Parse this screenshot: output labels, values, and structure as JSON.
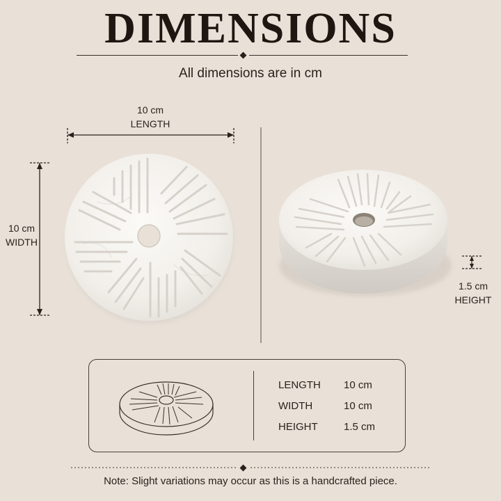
{
  "title": "DIMENSIONS",
  "subtitle": "All dimensions are in cm",
  "length_label": {
    "value": "10 cm",
    "name": "LENGTH"
  },
  "width_label": {
    "value": "10 cm",
    "name": "WIDTH"
  },
  "height_label": {
    "value": "1.5 cm",
    "name": "HEIGHT"
  },
  "specs": [
    {
      "key": "LENGTH",
      "value": "10 cm"
    },
    {
      "key": "WIDTH",
      "value": "10 cm"
    },
    {
      "key": "HEIGHT",
      "value": "1.5 cm"
    }
  ],
  "note": "Note: Slight variations may occur as this is a handcrafted piece.",
  "colors": {
    "background": "#e9e1d8",
    "marble": "#f4f2ee",
    "text": "#2a211c"
  }
}
